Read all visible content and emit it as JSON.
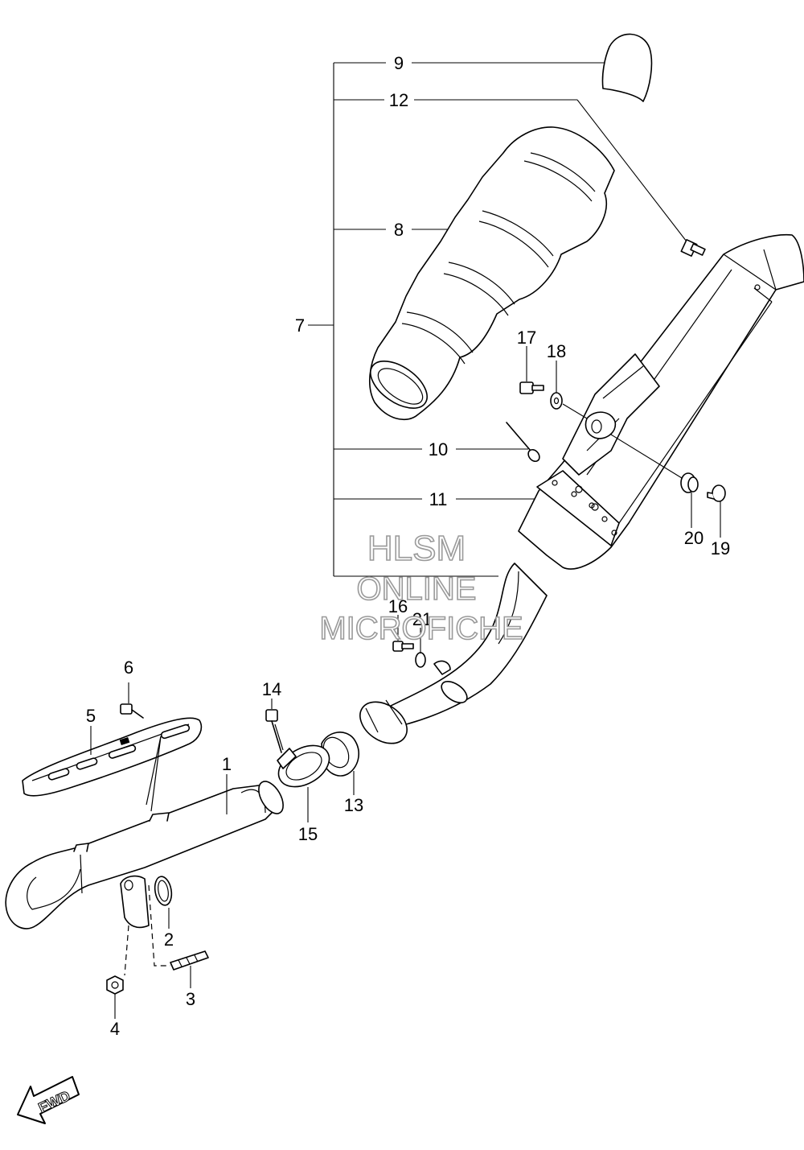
{
  "diagram": {
    "callouts": [
      "1",
      "2",
      "3",
      "4",
      "5",
      "6",
      "7",
      "8",
      "9",
      "10",
      "11",
      "12",
      "13",
      "14",
      "15",
      "16",
      "17",
      "18",
      "19",
      "20",
      "21"
    ],
    "watermark": [
      "HLSM",
      "ONLINE",
      "MICROFICHE"
    ],
    "fwd_label": "FWD"
  }
}
